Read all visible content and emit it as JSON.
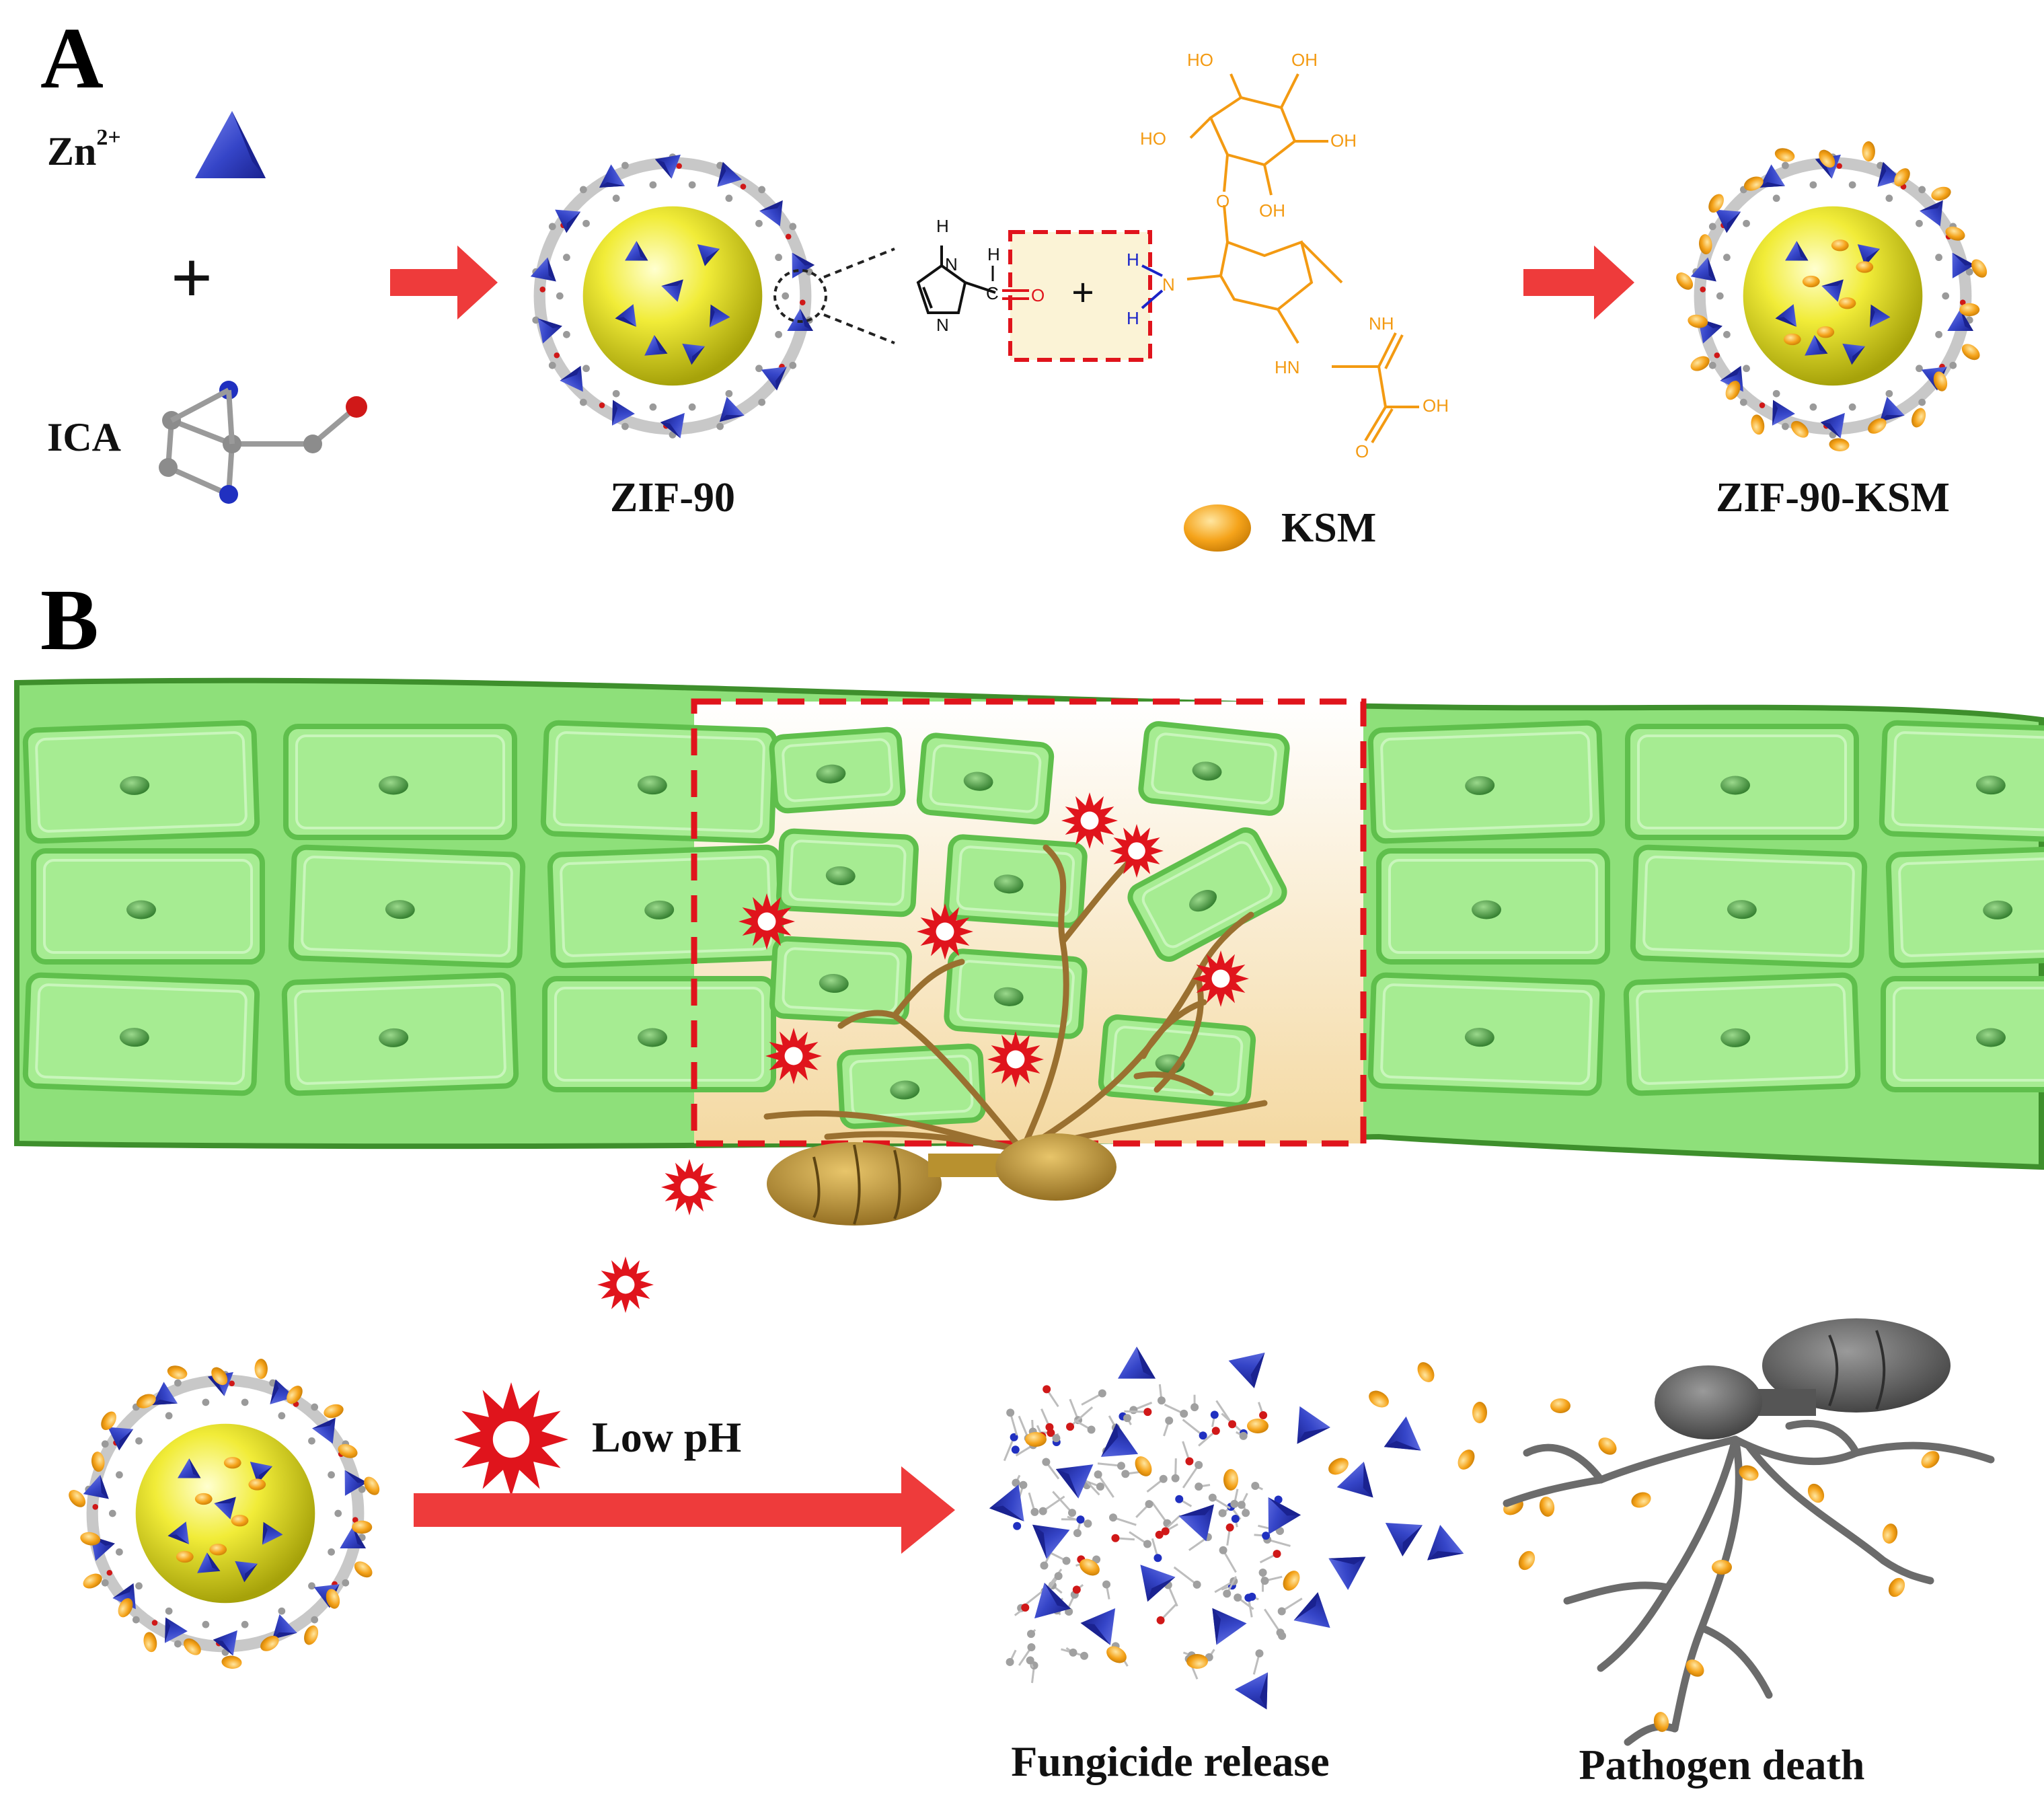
{
  "panels": {
    "a": "A",
    "b": "B"
  },
  "panel_a": {
    "zn_label": "Zn",
    "zn_superscript": "2+",
    "plus": "+",
    "ica_label": "ICA",
    "zif90_label": "ZIF-90",
    "ksm_label": "KSM",
    "zif90_ksm_label": "ZIF-90-KSM",
    "reaction_plus": "+",
    "atoms": {
      "h": "H",
      "n": "N",
      "c": "C",
      "o": "O",
      "ho": "HO",
      "oh": "OH",
      "nh": "NH",
      "hn": "HN"
    }
  },
  "panel_b": {
    "low_ph_label": "Low pH",
    "fungicide_release_label": "Fungicide release",
    "pathogen_death_label": "Pathogen death"
  },
  "colors": {
    "leaf_green": "#8ee07a",
    "leaf_border": "#3e8f2c",
    "arrow_red": "#ee3b3b",
    "zn_blue": "#3545c8",
    "sphere_yellow": "#e6e21c",
    "ksm_orange": "#f5a31a",
    "hypha_brown": "#9a7030",
    "pathogen_gray": "#6b6b6b"
  }
}
